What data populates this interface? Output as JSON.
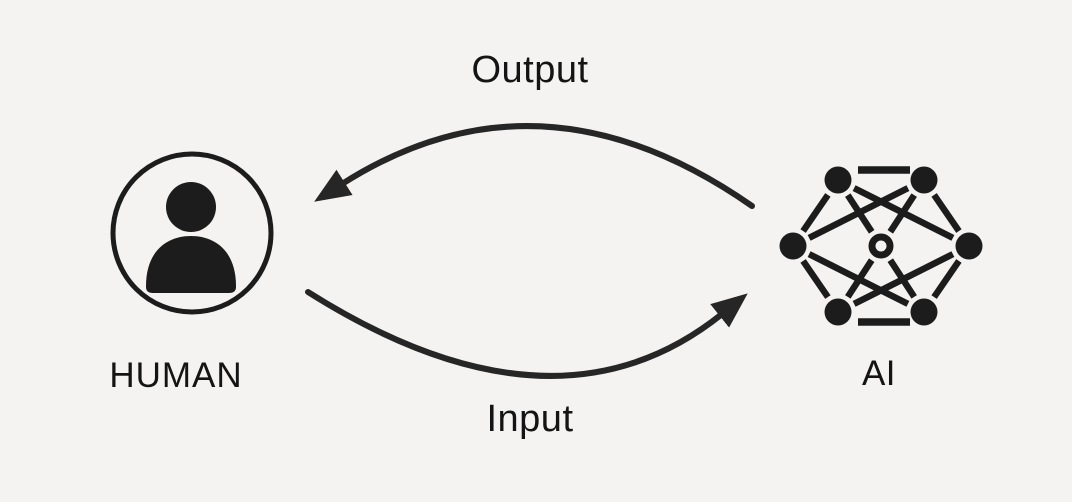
{
  "diagram": {
    "nodes": [
      {
        "id": "human",
        "label": "HUMAN",
        "icon": "person-circle-icon"
      },
      {
        "id": "ai",
        "label": "AI",
        "icon": "neural-network-icon"
      }
    ],
    "arrows": [
      {
        "id": "output",
        "label": "Output",
        "from": "AI",
        "to": "HUMAN",
        "position": "top",
        "direction": "right-to-left"
      },
      {
        "id": "input",
        "label": "Input",
        "from": "HUMAN",
        "to": "AI",
        "position": "bottom",
        "direction": "left-to-right"
      }
    ]
  },
  "colors": {
    "background": "#f4f3f1",
    "ink": "#1c1c1c",
    "arrow": "#262626",
    "text": "#141414"
  }
}
